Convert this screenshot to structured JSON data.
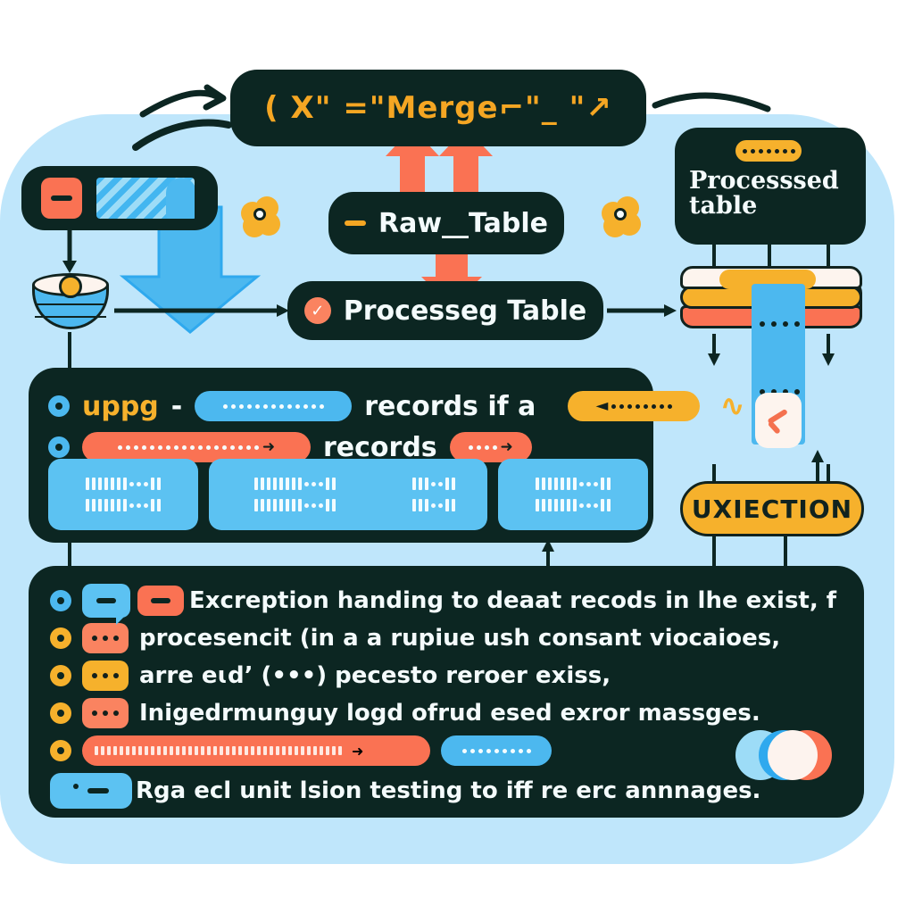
{
  "diagram": {
    "title_node": {
      "text_prefix": "( X\" =",
      "text_main": "\"Merge ⌐\"_",
      "text_suffix": "\"",
      "arrow_glyph": "↗",
      "full_text": "( X\" =\"Merge⌐\"_ \"↗"
    },
    "left_node": {
      "name": "input-module",
      "dash_icon": "minus-icon",
      "stripe_icon": "striped-wedge-icon"
    },
    "raw_node": {
      "label": "Raw__Table",
      "dash_icon": "minus-icon"
    },
    "proc_node": {
      "label": "Processeg Table",
      "check_icon": "check-circle-icon"
    },
    "processed_node": {
      "label_line1": "Processsed",
      "label_line2": "table",
      "pill_icon": "dots-pill-icon"
    },
    "flowers": {
      "left_label": "sparkle-flower",
      "right_label": "sparkle-flower"
    },
    "db_cylinder": {
      "name": "database-cylinder"
    },
    "stack": {
      "name": "layered-stack"
    },
    "clock": {
      "name": "clock-icon"
    }
  },
  "panel_records": {
    "row1": {
      "bullet": "bullet-blue",
      "word1": "uppg",
      "dash": "-",
      "pill_blue": "blue-dots-pill",
      "word2": "records if a",
      "pill_yellow": "yellow-caret-dots-pill",
      "squiggle": "∿"
    },
    "row2": {
      "bullet": "bullet-blue",
      "pill_red_long": "red-long-pill",
      "word1": "records",
      "pill_red_small": "red-small-pill"
    },
    "code_blocks": [
      {
        "name": "code-block-1"
      },
      {
        "name": "code-block-2"
      },
      {
        "name": "code-block-3"
      },
      {
        "name": "code-block-4"
      }
    ]
  },
  "uxiection_badge": {
    "label": "UXIECTION"
  },
  "panel_notes": {
    "rows": [
      {
        "bullet": "bullet-blue",
        "icons": [
          "speech-bubble-blue",
          "red-dash-bubble"
        ],
        "text": "Excreption handing to deaat recods in  lhe exist, f"
      },
      {
        "bullet": "bullet-yellow",
        "icons": [
          "red-dots-bubble"
        ],
        "text": "procesencit (in a  a rupiue ush consant viocaioes,"
      },
      {
        "bullet": "bullet-yellow",
        "icons": [
          "yellow-dots-bubble"
        ],
        "text": "arre eɩd’ (•••) pecesto reroer exiss,"
      },
      {
        "bullet": "bullet-yellow",
        "icons": [
          "red-dots-bubble"
        ],
        "text": "Inigedrmunguy logd ofrud esed exror massges."
      },
      {
        "bullet": "bullet-yellow",
        "icons": [
          "red-long-pill",
          "blue-short-pill"
        ],
        "text": ""
      },
      {
        "bullet": "bullet-blue-tag",
        "icons": [
          "blue-tag"
        ],
        "text": "Rga ecl  unit lsion testing  to iff re erc annnages."
      }
    ],
    "venn_icon": "venn-diagram-icon"
  },
  "colors": {
    "background": "#ffffff",
    "canvas": "#bfe6fb",
    "node_dark": "#0c2622",
    "accent_yellow": "#f6b12c",
    "accent_orange": "#fa7253",
    "accent_blue": "#4cb8ef",
    "text_light": "#f4fbfc"
  }
}
